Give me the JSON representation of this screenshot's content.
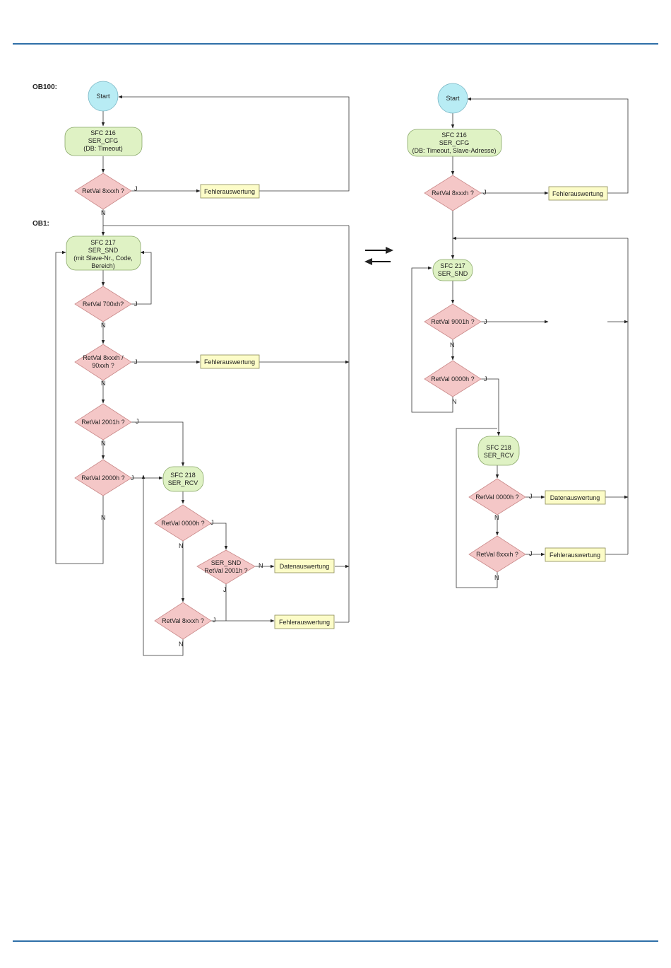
{
  "section_labels": {
    "ob100": "OB100:",
    "ob1": "OB1:"
  },
  "labels": {
    "start": "Start",
    "sfc216_l1": "SFC 216",
    "sfc216_l2": "SER_CFG",
    "sfc216_left_l3": "(DB: Timeout)",
    "sfc216_right_l3": "(DB: Timeout, Slave-Adresse)",
    "retval_8xxxh": "RetVal 8xxxh ?",
    "sfc217_l1": "SFC 217",
    "sfc217_l2": "SER_SND",
    "sfc217_left_l3": "(mit Slave-Nr., Code,",
    "sfc217_left_l4": "Bereich)",
    "retval_700xh": "RetVal 700xh?",
    "retval_8xxxh_90xxh_l1": "RetVal 8xxxh /",
    "retval_8xxxh_90xxh_l2": "90xxh ?",
    "retval_2001h": "RetVal 2001h ?",
    "retval_2000h": "RetVal 2000h ?",
    "sfc218_l1": "SFC 218",
    "sfc218_l2": "SER_RCV",
    "retval_0000h": "RetVal 0000h ?",
    "ser_snd_q_l1": "SER_SND",
    "ser_snd_q_l2": "RetVal 2001h ?",
    "retval_9001h": "RetVal  9001h ?",
    "fehlerauswertung": "Fehlerauswertung",
    "datenauswertung": "Datenauswertung",
    "yes": "J",
    "no": "N"
  },
  "colors": {
    "rule": "#2f6fa8",
    "sfc": "#dff2c4",
    "decision": "#f4c7c7",
    "process": "#fcfcc8",
    "start": "#b8ecf4"
  }
}
